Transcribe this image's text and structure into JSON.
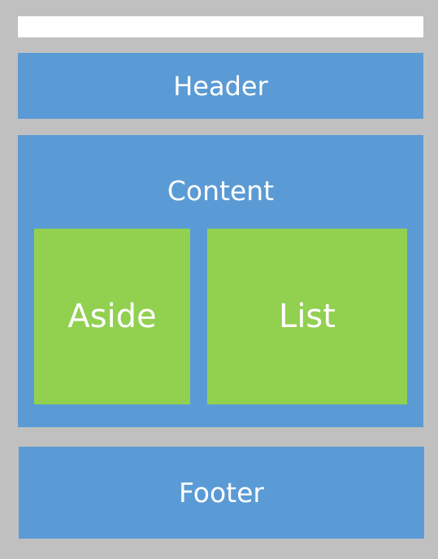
{
  "colors": {
    "background": "#c0c0c0",
    "top_bar": "#ffffff",
    "blue_box": "#5b9bd5",
    "green_box": "#92d050",
    "text": "#ffffff"
  },
  "header": {
    "label": "Header"
  },
  "content": {
    "label": "Content",
    "aside": {
      "label": "Aside"
    },
    "list": {
      "label": "List"
    }
  },
  "footer": {
    "label": "Footer"
  }
}
